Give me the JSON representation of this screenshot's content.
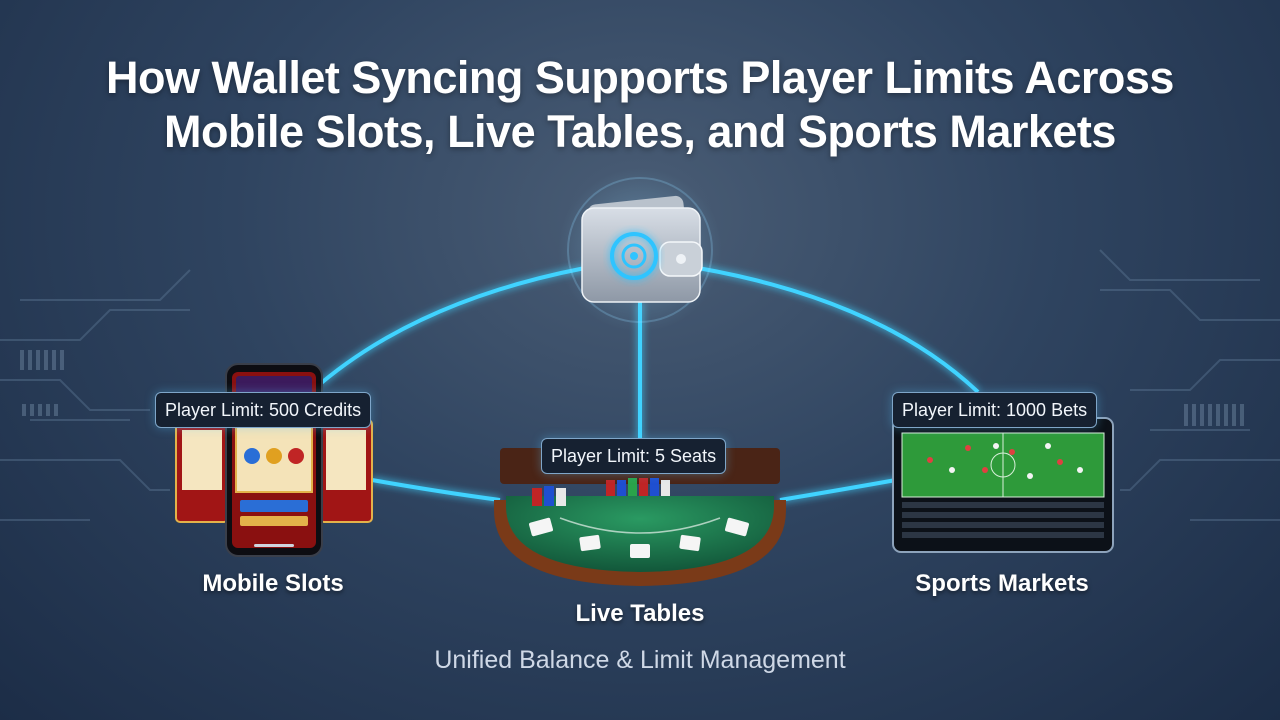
{
  "title": {
    "line1": "How Wallet Syncing Supports Player Limits Across",
    "line2": "Mobile Slots, Live Tables, and Sports Markets"
  },
  "hub": {
    "icon": "wallet-icon"
  },
  "nodes": {
    "slots": {
      "label": "Mobile Slots",
      "limit": "Player Limit: 500 Credits",
      "icon": "slot-machine-phone-icon"
    },
    "tables": {
      "label": "Live Tables",
      "limit": "Player Limit: 5 Seats",
      "icon": "blackjack-table-icon"
    },
    "sports": {
      "label": "Sports Markets",
      "limit": "Player Limit: 1000 Bets",
      "icon": "football-pitch-screen-icon"
    }
  },
  "footer": {
    "caption": "Unified Balance & Limit Management"
  },
  "colors": {
    "connector": "#3fd3ff",
    "background": "#2f4460",
    "felt": "#1f7a4e",
    "pitch": "#2e9a3a"
  }
}
